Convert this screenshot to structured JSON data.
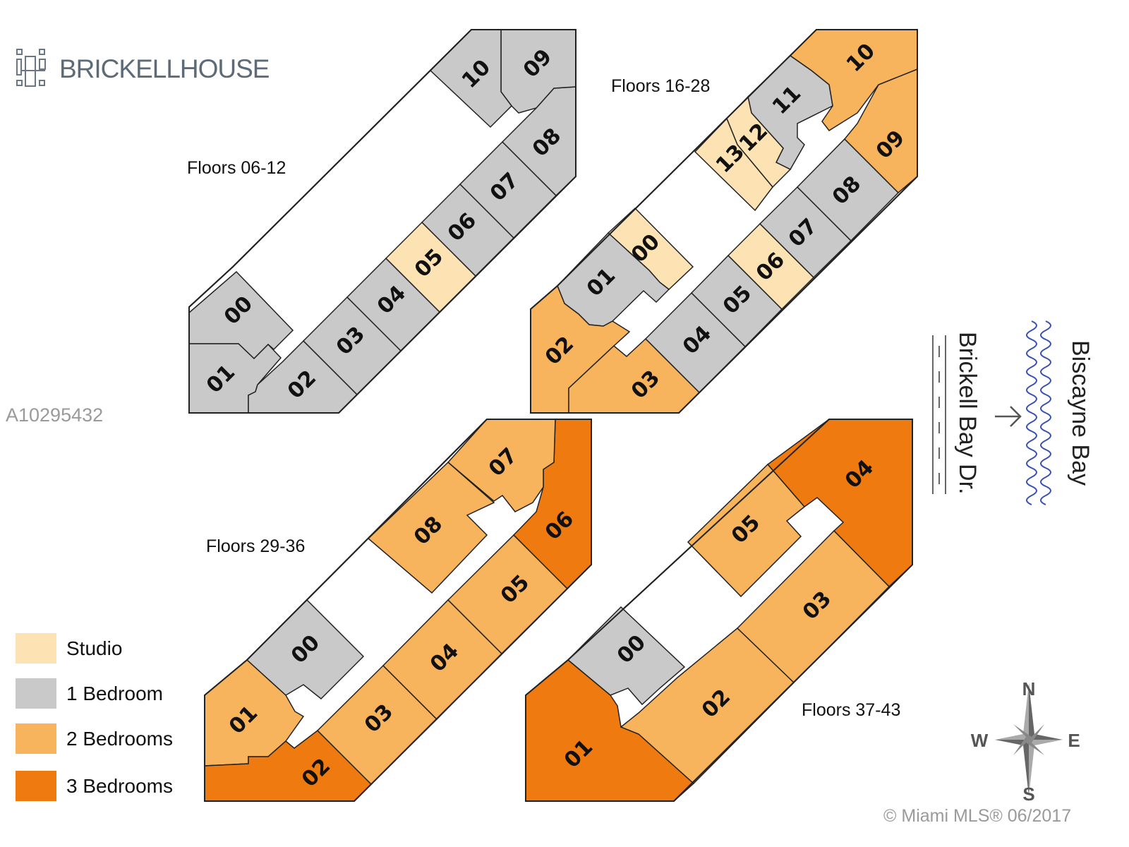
{
  "logo": {
    "name": "BRICKELLHOUSE"
  },
  "listing_id": "A10295432",
  "copyright": "© Miami MLS® 06/2017",
  "street_label": "Brickell Bay Dr.",
  "bay_label": "Biscayne Bay",
  "compass": {
    "n": "N",
    "s": "S",
    "e": "E",
    "w": "W"
  },
  "unit_types": {
    "studio": {
      "label": "Studio",
      "color": "#fde3b3"
    },
    "1br": {
      "label": "1 Bedroom",
      "color": "#c9c9c9"
    },
    "2br": {
      "label": "2 Bedrooms",
      "color": "#f8b45c"
    },
    "3br": {
      "label": "3 Bedrooms",
      "color": "#ee7a10"
    }
  },
  "legend": [
    "studio",
    "1br",
    "2br",
    "3br"
  ],
  "plans": [
    {
      "floors": "Floors 06-12",
      "units": [
        {
          "label": "00",
          "type": "1br"
        },
        {
          "label": "01",
          "type": "1br"
        },
        {
          "label": "02",
          "type": "1br"
        },
        {
          "label": "03",
          "type": "1br"
        },
        {
          "label": "04",
          "type": "1br"
        },
        {
          "label": "05",
          "type": "studio"
        },
        {
          "label": "06",
          "type": "1br"
        },
        {
          "label": "07",
          "type": "1br"
        },
        {
          "label": "08",
          "type": "1br"
        },
        {
          "label": "09",
          "type": "1br"
        },
        {
          "label": "10",
          "type": "1br"
        }
      ]
    },
    {
      "floors": "Floors 16-28",
      "units": [
        {
          "label": "00",
          "type": "studio"
        },
        {
          "label": "01",
          "type": "1br"
        },
        {
          "label": "02",
          "type": "2br"
        },
        {
          "label": "03",
          "type": "2br"
        },
        {
          "label": "04",
          "type": "1br"
        },
        {
          "label": "05",
          "type": "1br"
        },
        {
          "label": "06",
          "type": "studio"
        },
        {
          "label": "07",
          "type": "1br"
        },
        {
          "label": "08",
          "type": "1br"
        },
        {
          "label": "09",
          "type": "2br"
        },
        {
          "label": "10",
          "type": "2br"
        },
        {
          "label": "11",
          "type": "1br"
        },
        {
          "label": "12",
          "type": "studio"
        },
        {
          "label": "13",
          "type": "studio"
        }
      ]
    },
    {
      "floors": "Floors 29-36",
      "units": [
        {
          "label": "00",
          "type": "1br"
        },
        {
          "label": "01",
          "type": "2br"
        },
        {
          "label": "02",
          "type": "3br"
        },
        {
          "label": "03",
          "type": "2br"
        },
        {
          "label": "04",
          "type": "2br"
        },
        {
          "label": "05",
          "type": "2br"
        },
        {
          "label": "06",
          "type": "3br"
        },
        {
          "label": "07",
          "type": "2br"
        },
        {
          "label": "08",
          "type": "2br"
        }
      ]
    },
    {
      "floors": "Floors 37-43",
      "units": [
        {
          "label": "00",
          "type": "1br"
        },
        {
          "label": "01",
          "type": "3br"
        },
        {
          "label": "02",
          "type": "2br"
        },
        {
          "label": "03",
          "type": "2br"
        },
        {
          "label": "04",
          "type": "3br"
        },
        {
          "label": "05",
          "type": "2br"
        }
      ]
    }
  ]
}
